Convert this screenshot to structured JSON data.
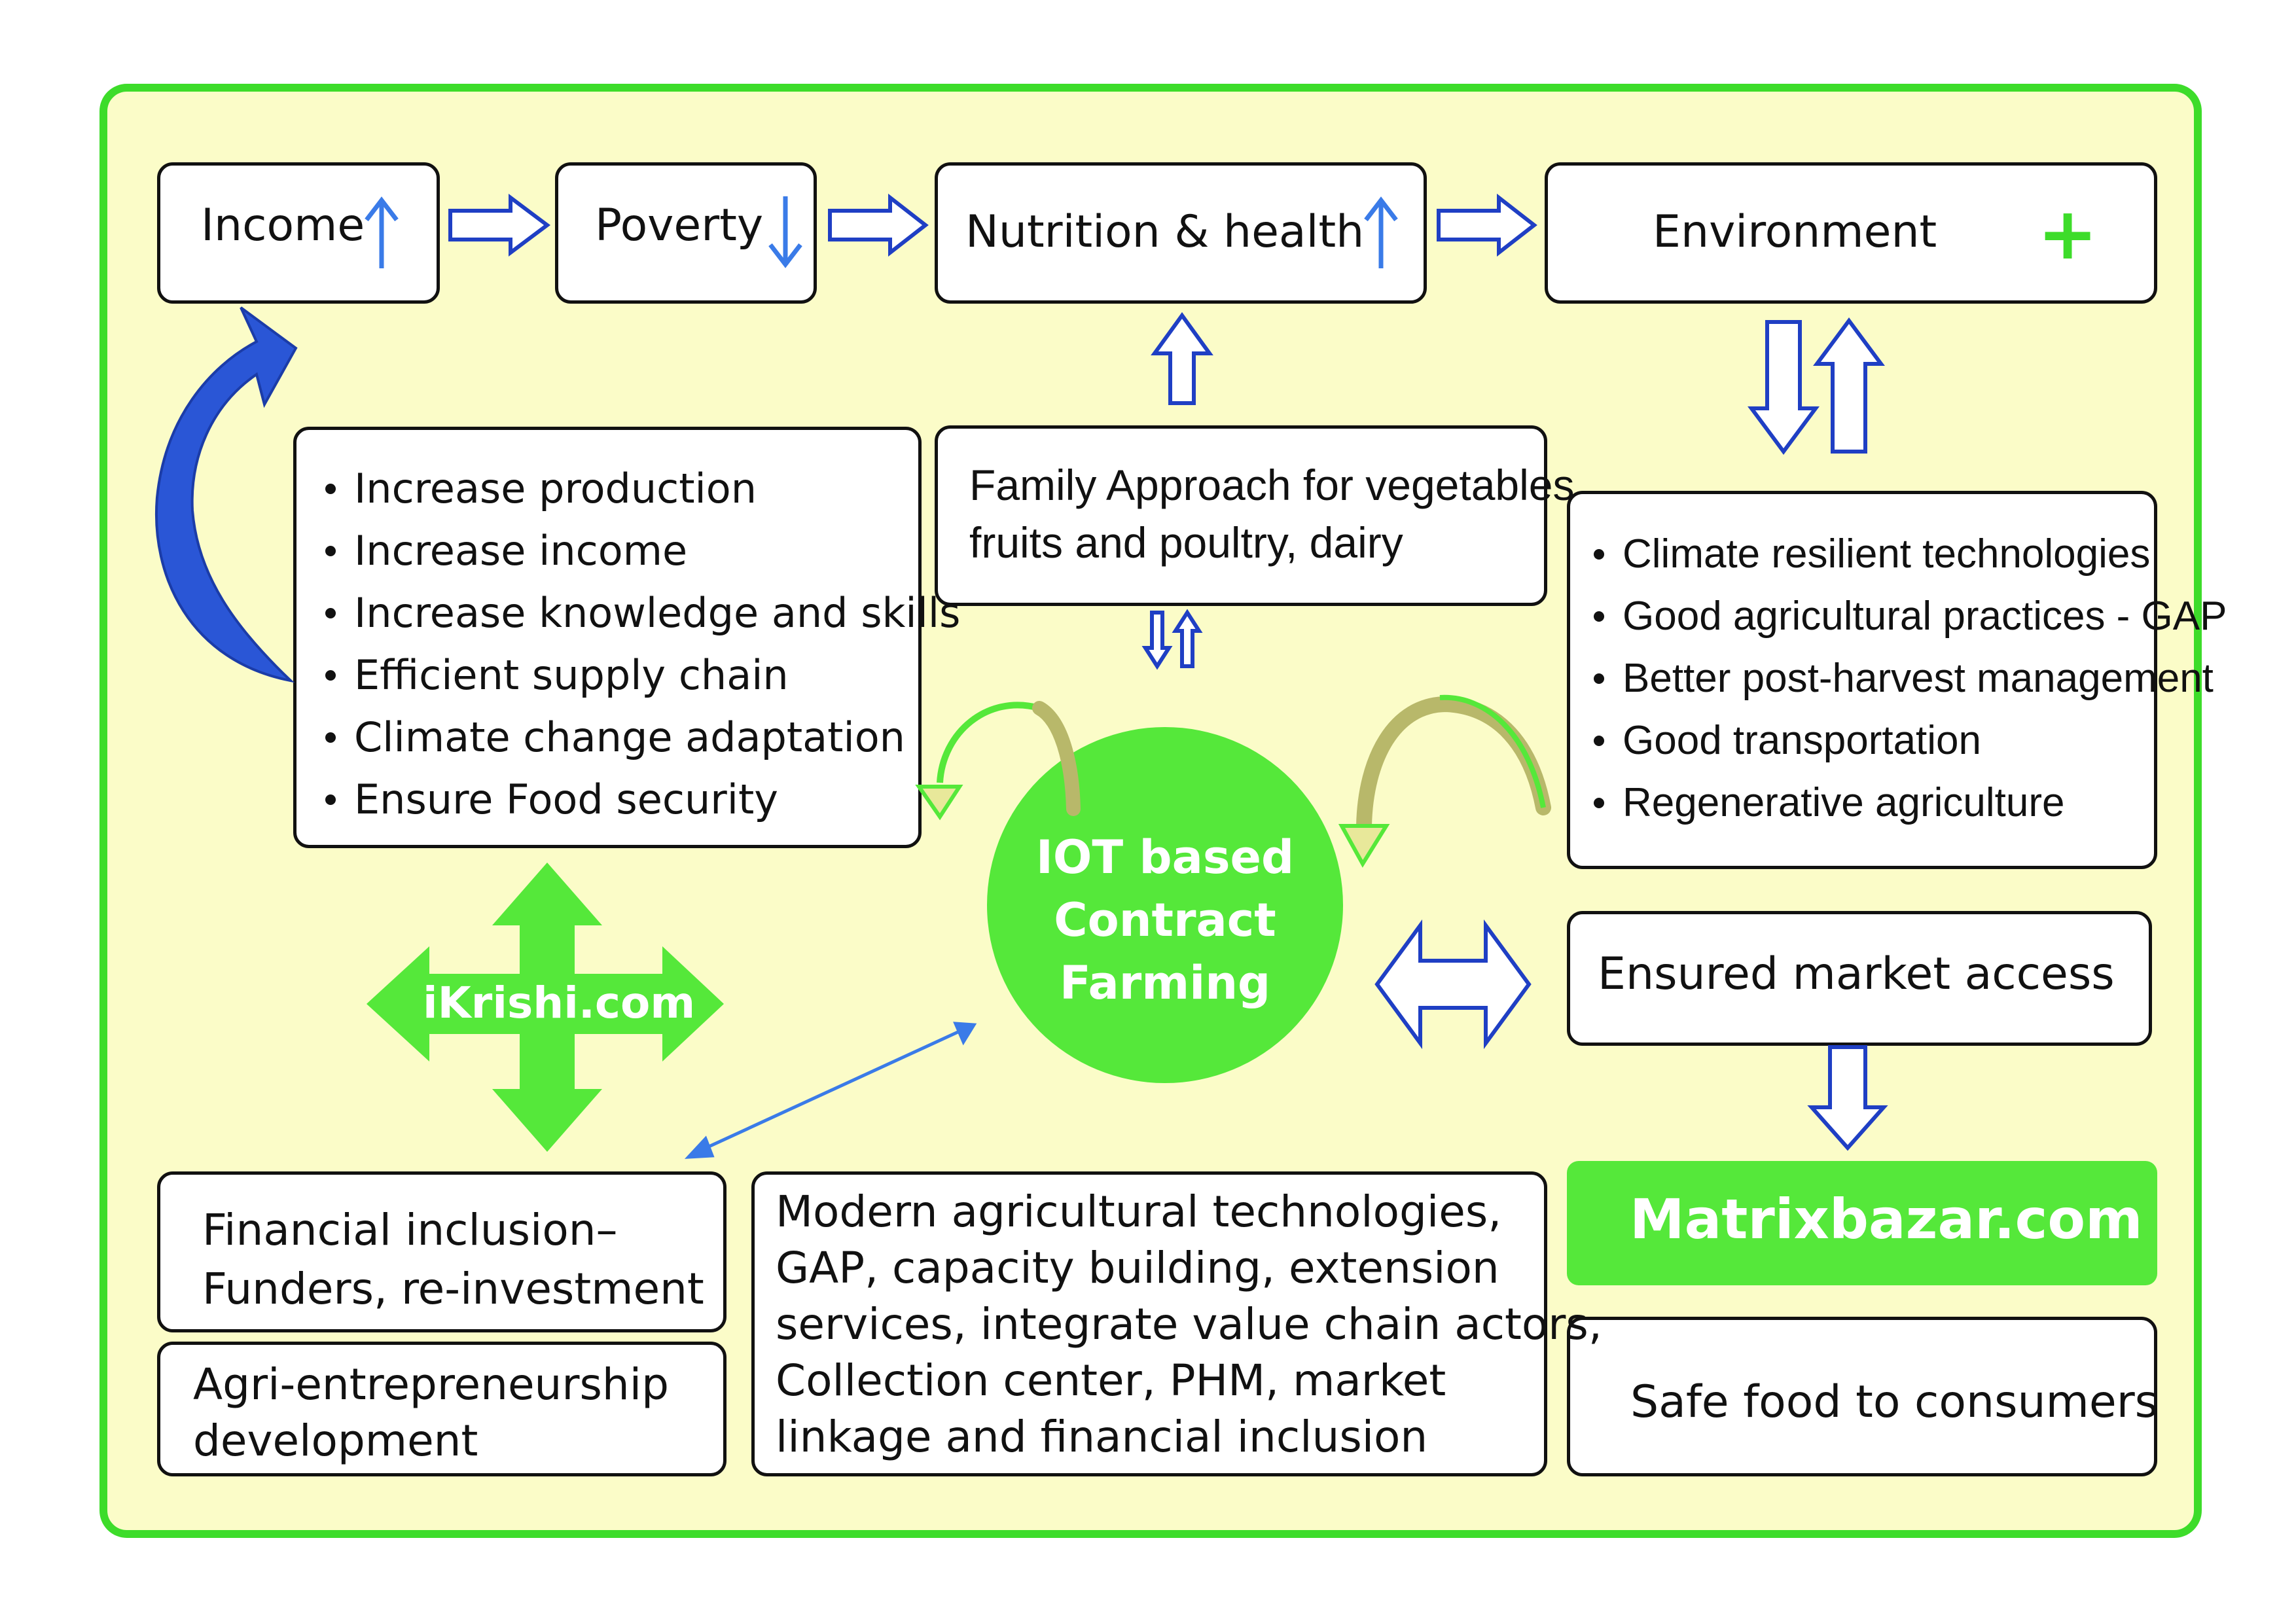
{
  "colors": {
    "frame": "#3ddc2a",
    "background": "#fbfcc8",
    "green": "#55e83a",
    "blue": "#2a56d6",
    "accent_blue": "#4a8cf2",
    "outline_blue": "#1f3fc4"
  },
  "top_row": {
    "income": {
      "label": "Income",
      "indicator": "up-arrow-icon"
    },
    "poverty": {
      "label": "Poverty",
      "indicator": "down-arrow-icon"
    },
    "nutrition": {
      "label": "Nutrition & health",
      "indicator": "up-arrow-icon"
    },
    "environment": {
      "label": "Environment",
      "indicator": "+"
    }
  },
  "outcomes_list": [
    "Increase production",
    "Increase income",
    "Increase knowledge and skills",
    "Efficient supply chain",
    "Climate change adaptation",
    "Ensure Food security"
  ],
  "family_approach": {
    "line1": "Family Approach for vegetables,",
    "line2": "fruits and poultry, dairy"
  },
  "climate_list": [
    "Climate resilient technologies",
    "Good agricultural practices - GAP",
    "Better post-harvest management",
    "Good transportation",
    "Regenerative agriculture"
  ],
  "center": {
    "line1": "IOT based",
    "line2": "Contract",
    "line3": "Farming"
  },
  "ikrishi": "iKrishi.com",
  "market_access": "Ensured market access",
  "matrixbazar": "Matrixbazar.com",
  "safe_food": "Safe food to consumers",
  "financial": {
    "line1": "Financial inclusion–",
    "line2": "Funders, re-investment"
  },
  "agri": {
    "line1": "Agri-entrepreneurship",
    "line2": "development"
  },
  "modern": {
    "line1": "Modern agricultural technologies,",
    "line2": "GAP, capacity building, extension",
    "line3": "services, integrate value chain actors,",
    "line4": "Collection center, PHM, market",
    "line5": "linkage and financial inclusion"
  }
}
